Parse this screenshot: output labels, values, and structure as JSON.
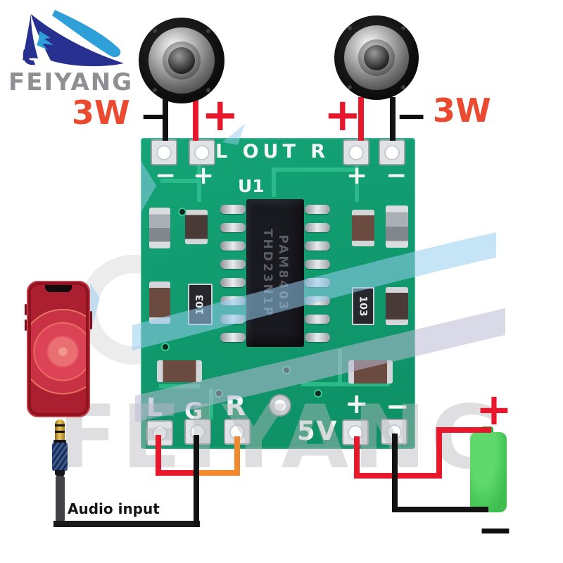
{
  "logo": {
    "name": "FEIYANG"
  },
  "watermark": {
    "text": "FEIYANG"
  },
  "speakers": {
    "left": {
      "power": "3W",
      "neg": "−",
      "pos": "+"
    },
    "right": {
      "power": "3W",
      "pos": "+",
      "neg": "−"
    }
  },
  "board": {
    "output_silk": "L OUT R",
    "output_signs": [
      "−",
      "+",
      "+",
      "−"
    ],
    "chip_ref": "U1",
    "chip": {
      "line1": "PAM8403",
      "line2": "THD23N1P"
    },
    "resistor_marking": "103",
    "input_pins": [
      "L",
      "G",
      "R"
    ],
    "power_silk": "5V",
    "power_signs": [
      "+",
      "−"
    ]
  },
  "battery": {
    "pos": "+",
    "neg": "−"
  },
  "audio": {
    "label": "Audio input"
  },
  "colors": {
    "board_green": "#119e71",
    "wire_red": "#e8172c",
    "wire_orange": "#f28a2d",
    "wire_black": "#141414",
    "battery_green": "#46c356",
    "accent_red": "#ea4a2f",
    "logo_blue_dark": "#272f8f",
    "logo_blue_light": "#2f9fd8"
  }
}
